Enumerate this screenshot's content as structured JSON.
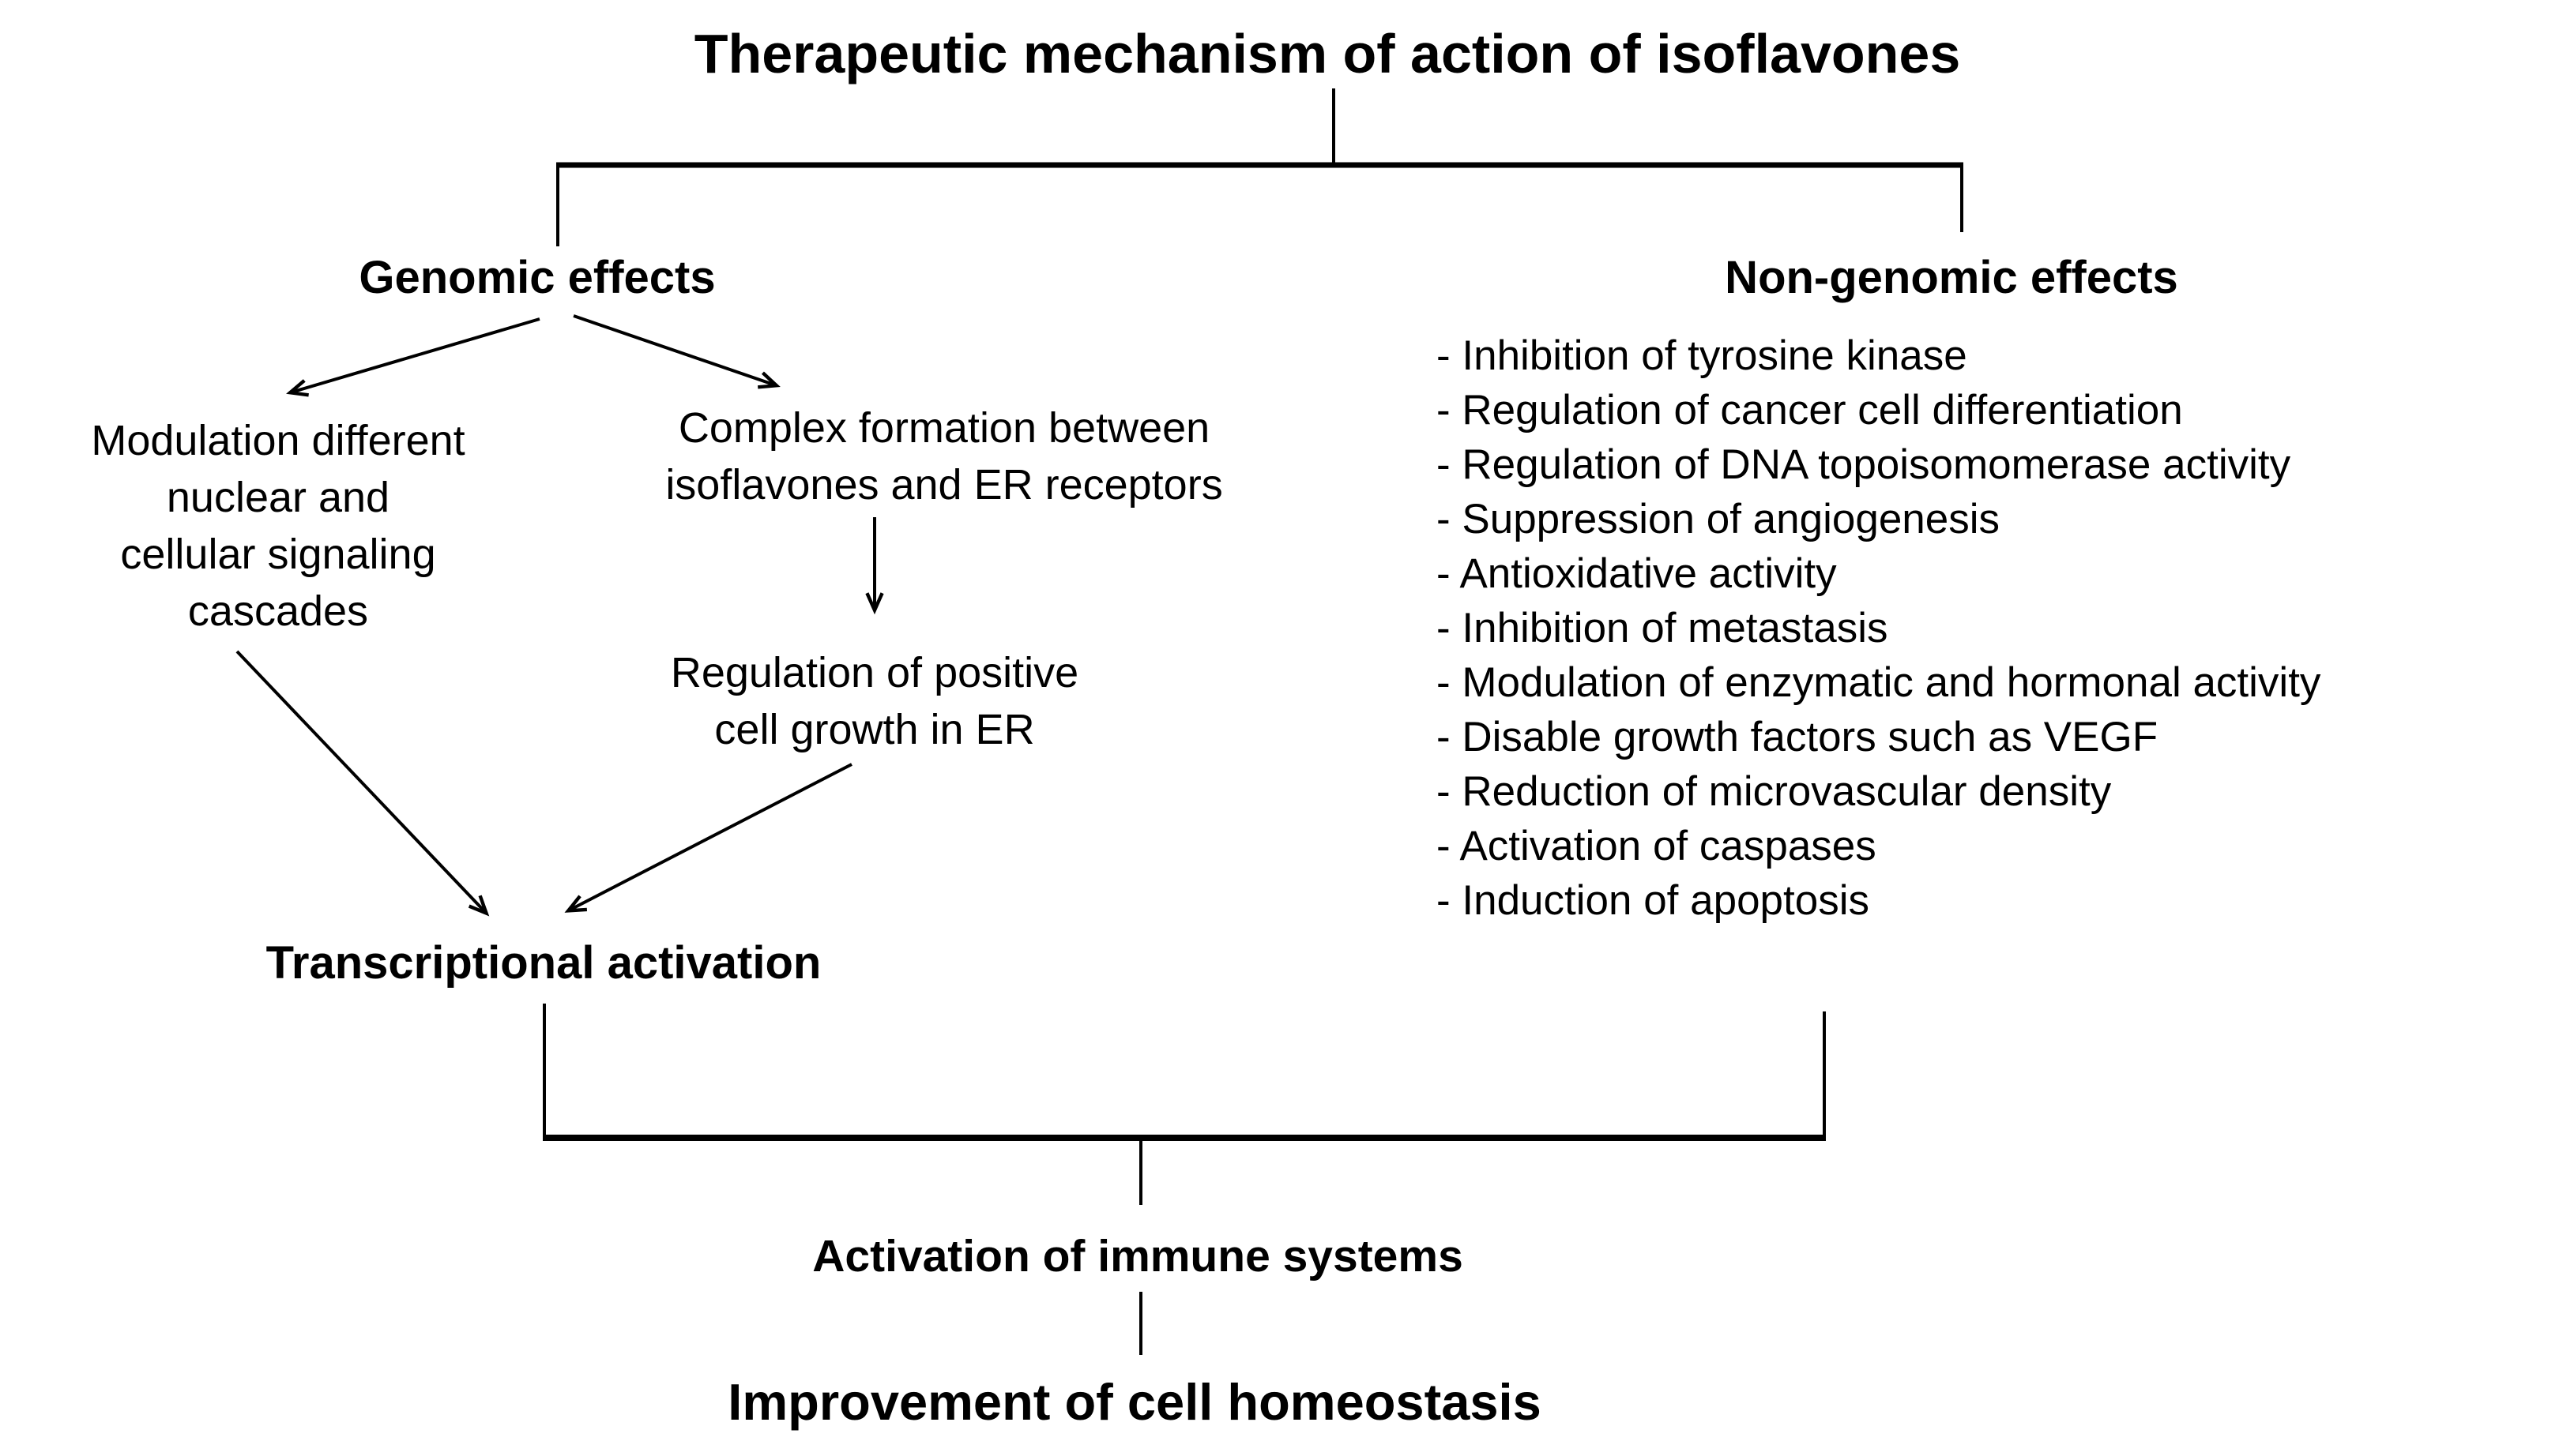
{
  "title": "Therapeutic mechanism of action of isoflavones",
  "colors": {
    "text": "#000000",
    "background": "#ffffff",
    "line": "#000000"
  },
  "genomic": {
    "heading": "Genomic effects",
    "modulation_lines": [
      "Modulation different",
      "nuclear and",
      "cellular signaling",
      "cascades"
    ],
    "complex_lines": [
      "Complex formation between",
      "isoflavones and ER receptors"
    ],
    "regulation_lines": [
      "Regulation of positive",
      "cell growth in ER"
    ],
    "transcriptional": "Transcriptional activation"
  },
  "non_genomic": {
    "heading": "Non-genomic effects",
    "items": [
      "- Inhibition of tyrosine kinase",
      "- Regulation of cancer cell differentiation",
      "- Regulation of DNA topoisomomerase activity",
      "- Suppression of angiogenesis",
      "- Antioxidative activity",
      "- Inhibition of metastasis",
      "- Modulation of enzymatic and hormonal activity",
      "- Disable growth factors such as VEGF",
      "- Reduction of microvascular density",
      "- Activation of caspases",
      "- Induction of apoptosis"
    ]
  },
  "outcomes": {
    "immune": "Activation of immune systems",
    "homeostasis": "Improvement of cell homeostasis"
  }
}
